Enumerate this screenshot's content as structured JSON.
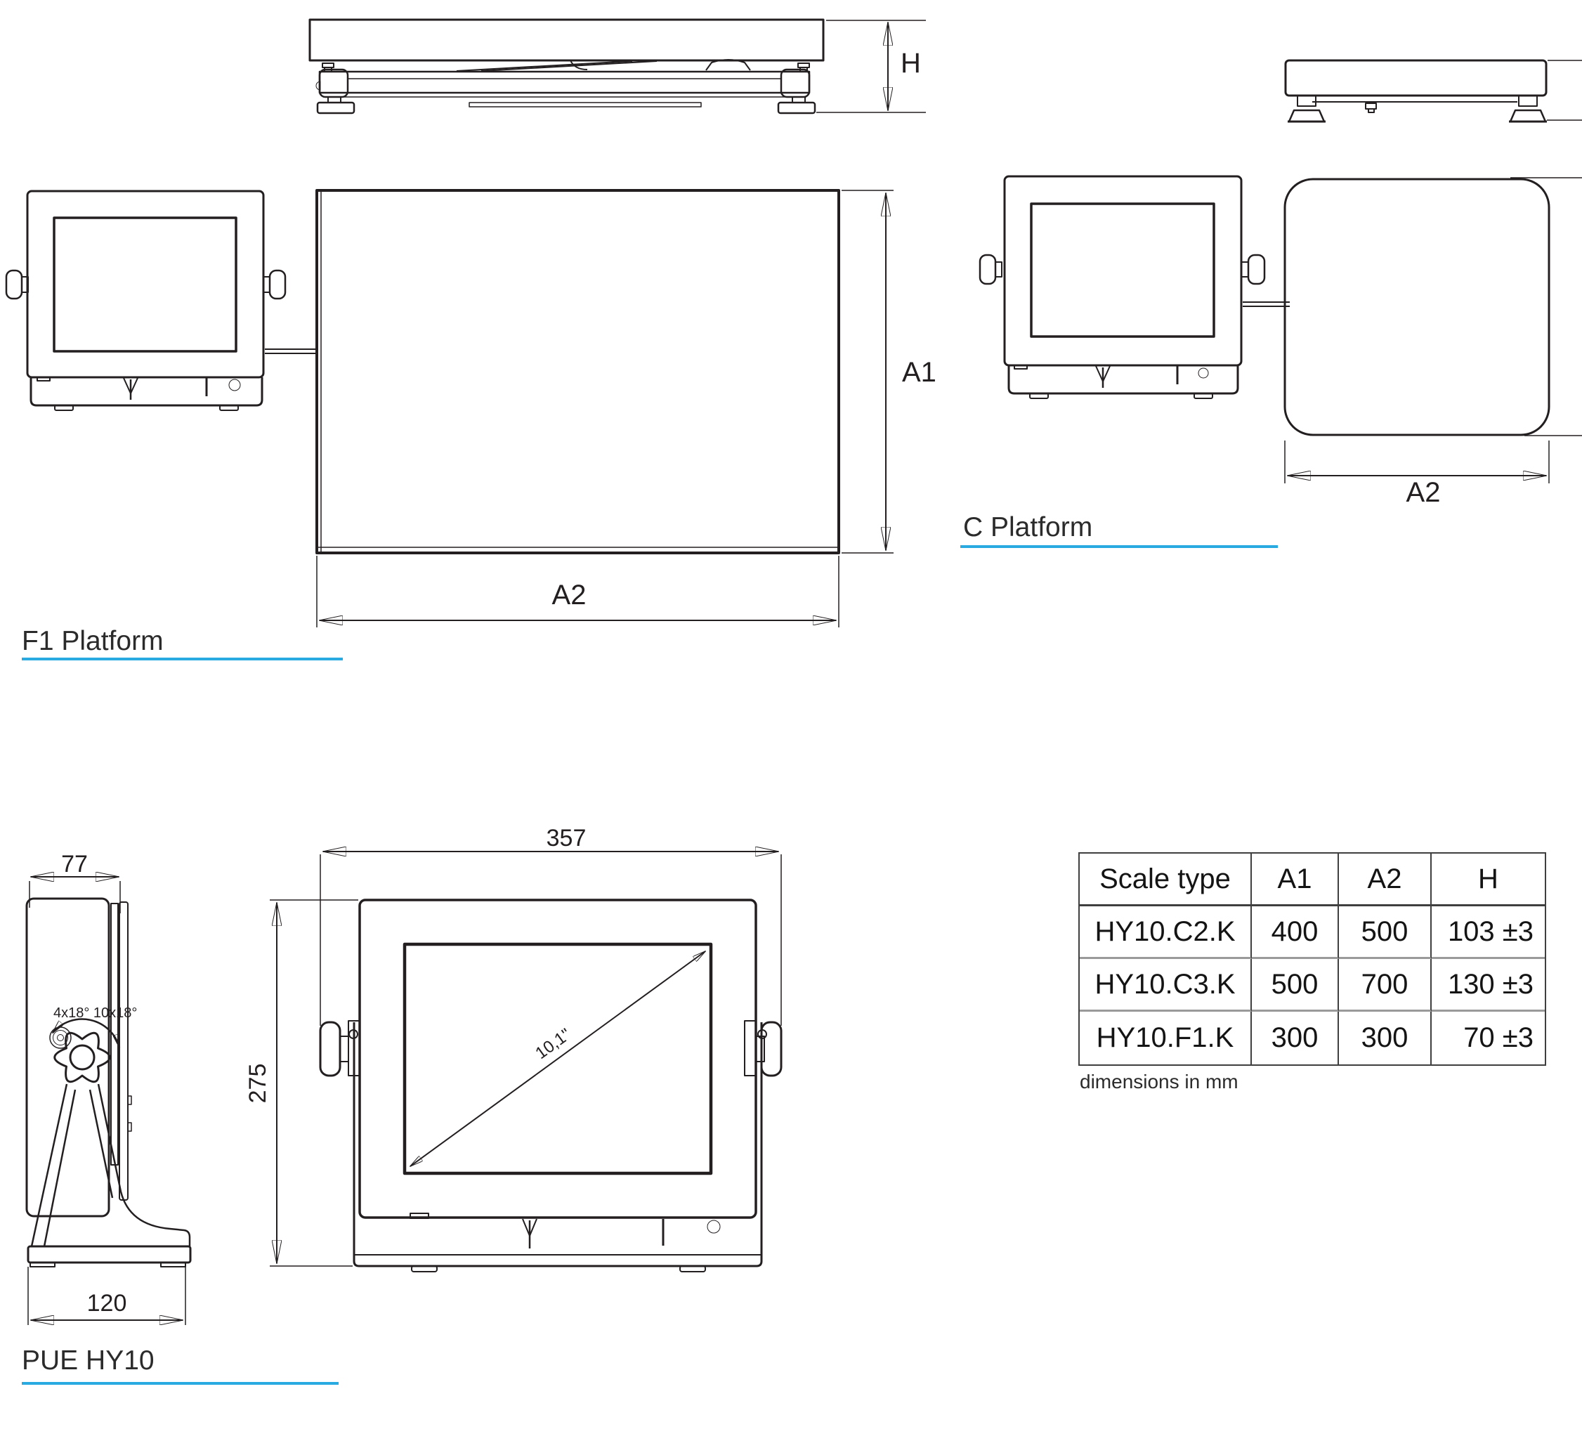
{
  "colors": {
    "accent": "#29ABE2",
    "line": "#231F20"
  },
  "titles": {
    "f1": "F1 Platform",
    "c": "C Platform",
    "pue": "PUE HY10"
  },
  "dimensions": {
    "h": "H",
    "a1": "A1",
    "a2_f1": "A2",
    "a2_c": "A2",
    "width_357": "357",
    "height_275": "275",
    "depth_77": "77",
    "base_120": "120",
    "tilt_angles": "4x18°  10x18°",
    "screen_diagonal": "10,1\""
  },
  "table": {
    "headers": [
      "Scale type",
      "A1",
      "A2",
      "H"
    ],
    "rows": [
      [
        "HY10.C2.K",
        "400",
        "500",
        "103 ±3"
      ],
      [
        "HY10.C3.K",
        "500",
        "700",
        "130 ±3"
      ],
      [
        "HY10.F1.K",
        "300",
        "300",
        "70 ±3"
      ]
    ],
    "note": "dimensions in mm"
  }
}
